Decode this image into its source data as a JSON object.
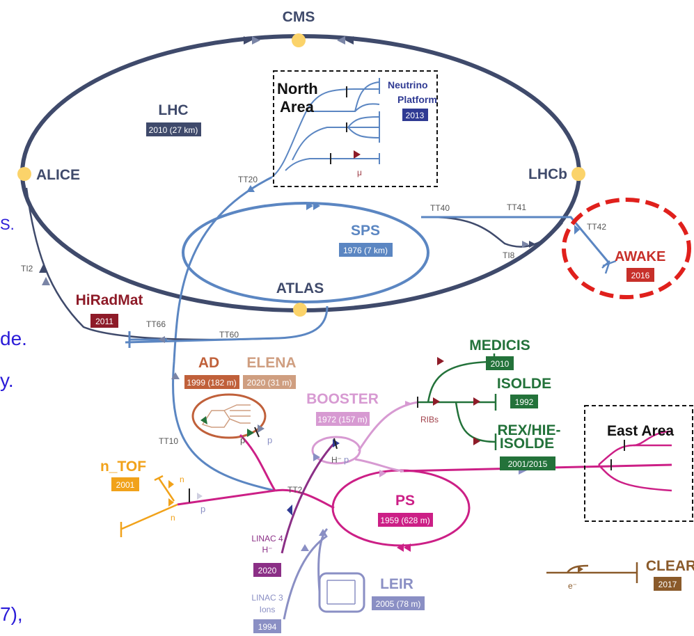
{
  "colors": {
    "lhc": "#3f4a6b",
    "sps": "#5b86c2",
    "north_area": "#5b86c2",
    "ad": "#c0603a",
    "elena": "#cf9e80",
    "booster": "#d79ad2",
    "ps": "#cc1f86",
    "linac4": "#8b2f86",
    "linac3": "#8a8fc4",
    "medicis": "#23723a",
    "isolde": "#23723a",
    "ntof": "#f1a21a",
    "clear": "#8a5a2a",
    "hiradmat": "#8e1b28",
    "awake": "#c7302a",
    "neutrino": "#2f3a93",
    "highlight": "#e0201c",
    "detector": "#fbd36a"
  },
  "detectors": {
    "cms": "CMS",
    "alice": "ALICE",
    "lhcb": "LHCb",
    "atlas": "ATLAS"
  },
  "machines": {
    "lhc": {
      "name": "LHC",
      "year": "2010 (27 km)"
    },
    "sps": {
      "name": "SPS",
      "year": "1976 (7 km)"
    },
    "ps": {
      "name": "PS",
      "year": "1959 (628 m)"
    },
    "booster": {
      "name": "BOOSTER",
      "year": "1972 (157 m)"
    },
    "ad": {
      "name": "AD",
      "year": "1999 (182 m)"
    },
    "elena": {
      "name": "ELENA",
      "year": "2020 (31 m)"
    },
    "leir": {
      "name": "LEIR",
      "year": "2005 (78 m)"
    },
    "hiradmat": {
      "name": "HiRadMat",
      "year": "2011"
    },
    "awake": {
      "name": "AWAKE",
      "year": "2016"
    },
    "medicis": {
      "name": "MEDICIS",
      "year": "2010"
    },
    "isolde": {
      "name": "ISOLDE",
      "year": "1992"
    },
    "rex_hie": {
      "name_line1": "REX/HIE-",
      "name_line2": "ISOLDE",
      "year": "2001/2015"
    },
    "ntof": {
      "name": "n_TOF",
      "year": "2001"
    },
    "clear": {
      "name": "CLEAR",
      "year": "2017"
    },
    "linac4": {
      "name": "LINAC 4",
      "particle": "H⁻",
      "year": "2020"
    },
    "linac3": {
      "name": "LINAC 3",
      "particle": "Ions",
      "year": "1994"
    },
    "neutrino": {
      "name_line1": "Neutrino",
      "name_line2": "Platform",
      "year": "2013"
    }
  },
  "areas": {
    "north_line1": "North",
    "north_line2": "Area",
    "east": "East Area"
  },
  "transfer_lines": {
    "tt20": "TT20",
    "tt40": "TT40",
    "tt41": "TT41",
    "tt42": "TT42",
    "ti8": "TI8",
    "ti2": "TI2",
    "tt66": "TT66",
    "tt60": "TT60",
    "tt10": "TT10",
    "tt2": "TT2"
  },
  "particles": {
    "mu": "μ",
    "pbar": "p̄",
    "p": "p",
    "hminus": "H⁻",
    "n": "n",
    "ribs": "RIBs",
    "eminus": "e⁻"
  },
  "left_fragments": {
    "f1": "S.",
    "f2": "de.",
    "f3": "y.",
    "f4": "7),"
  }
}
